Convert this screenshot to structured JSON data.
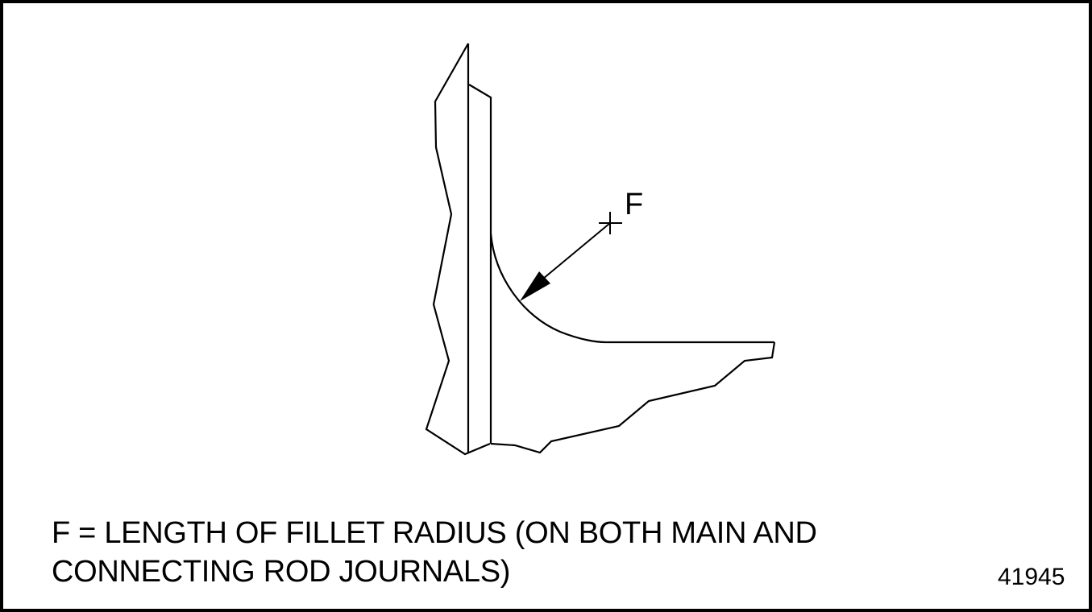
{
  "figure": {
    "label": "F",
    "caption_lines": [
      "F = LENGTH OF FILLET RADIUS (ON BOTH MAIN AND",
      "CONNECTING ROD JOURNALS)"
    ],
    "figure_number": "41945"
  },
  "colors": {
    "line": "#000000",
    "background": "#ffffff",
    "border": "#000000"
  }
}
